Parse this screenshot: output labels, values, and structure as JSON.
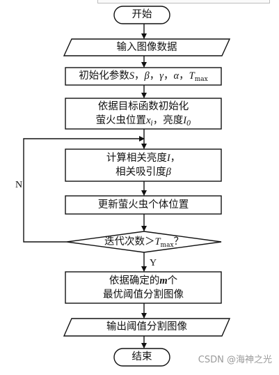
{
  "nodes": {
    "start": "开始",
    "input": "输入图像数据",
    "init_params": {
      "prefix": "初始化参数",
      "S": "S",
      "comma1": "，",
      "beta": "β",
      "comma2": "，",
      "gamma": "γ",
      "comma3": "，",
      "alpha": "α",
      "comma4": "，",
      "T": "T",
      "T_sub": "max"
    },
    "init_pos": {
      "line1": "依据目标函数初始化",
      "line2_prefix": "萤火虫位置",
      "x": "x",
      "x_sub": "i",
      "mid": "，亮度",
      "I": "I",
      "I_sub": "0"
    },
    "compute": {
      "line1_prefix": "计算相关亮度",
      "I": "I",
      "line1_suffix": "，",
      "line2_prefix": "相关吸引度",
      "beta": "β"
    },
    "update": "更新萤火虫个体位置",
    "decision": {
      "prefix": "迭代次数＞",
      "T": "T",
      "T_sub": "max",
      "suffix": "？"
    },
    "determine": {
      "line1_prefix": "依据确定的",
      "m": "m",
      "line1_suffix": "个",
      "line2": "最优阈值分割图像"
    },
    "output": "输出阈值分割图像",
    "end": "结束"
  },
  "edge_labels": {
    "no": "N",
    "yes": "Y"
  },
  "watermark": "CSDN @海神之光"
}
